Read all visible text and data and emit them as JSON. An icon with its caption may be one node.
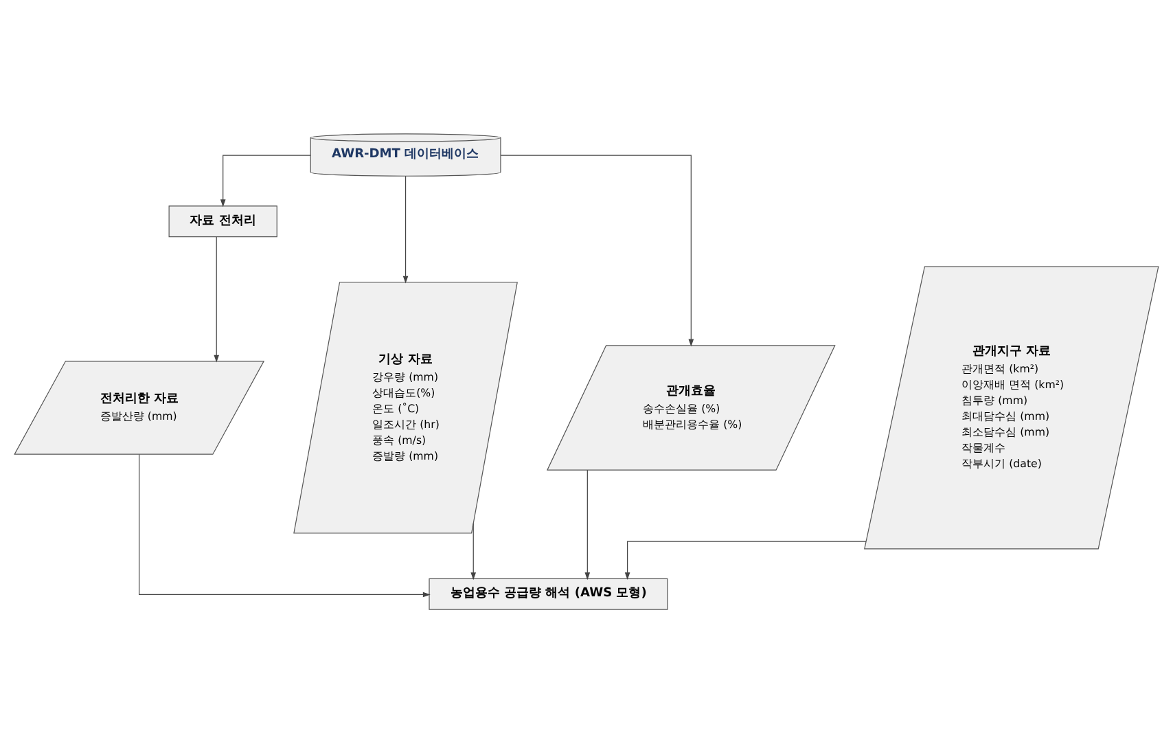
{
  "diagram": {
    "nodes": [
      {
        "text": [
          "AWR-DMT 데이터베이스"
        ]
      },
      {
        "text": [
          "자료 전처리"
        ]
      },
      {
        "text": [
          "기상 자료",
          "강우량 (mm)",
          "상대습도(%)",
          "온도 (˚C)",
          "일조시간 (hr)",
          "풍속 (m/s)",
          "증발량 (mm)"
        ]
      },
      {
        "text": [
          "전처리한 자료",
          "증발산량 (mm)"
        ]
      },
      {
        "text": [
          "관개지구 자료",
          "관개면적 (km²)",
          "이앙재배 면적 (km²)",
          "침투량 (mm)",
          "최대담수심 (mm)",
          "최소담수심 (mm)",
          "작물계수",
          "작부시기 (date)"
        ]
      },
      {
        "text": [
          "관개효율",
          "송수손실율 (%)",
          "배분관리용수율 (%)"
        ]
      },
      {
        "text": [
          "농업용수 공급량 해석 (AWS 모형)"
        ]
      }
    ],
    "edges": [
      {
        "from": 0,
        "to": 1,
        "arrow": "to"
      },
      {
        "from": 0,
        "to": 2,
        "arrow": "to"
      },
      {
        "from": 0,
        "to": 5,
        "arrow": "to"
      },
      {
        "from": 1,
        "to": 3,
        "arrow": "to"
      },
      {
        "from": 2,
        "to": 6,
        "arrow": "to"
      },
      {
        "from": 5,
        "to": 6,
        "arrow": "to"
      },
      {
        "from": 4,
        "to": 6,
        "arrow": "to"
      },
      {
        "from": 3,
        "to": 6,
        "arrow": "to"
      }
    ]
  }
}
